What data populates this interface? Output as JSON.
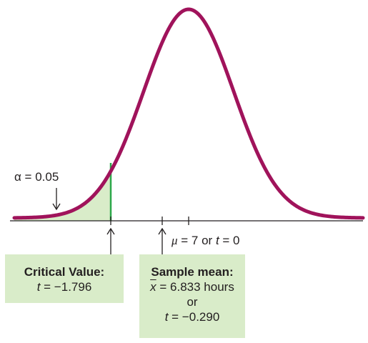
{
  "alpha_label": "α = 0.05",
  "mean_label": {
    "mu_symbol": "μ",
    "mu_equals": " = 7 or ",
    "t_symbol": "t",
    "t_equals": " = 0"
  },
  "critical_value": {
    "heading": "Critical Value:",
    "t_symbol": "t",
    "value": " = −1.796"
  },
  "sample_mean": {
    "heading": "Sample mean:",
    "xbar_symbol": "x",
    "xbar_value": " = 6.833 hours",
    "connector": "or",
    "t_symbol": "t",
    "t_value": " = −0.290"
  },
  "colors": {
    "curve": "#a0135b",
    "rejection_region": "#d9ecc9",
    "critical_line": "#2ca84a",
    "axis": "#231f20"
  }
}
